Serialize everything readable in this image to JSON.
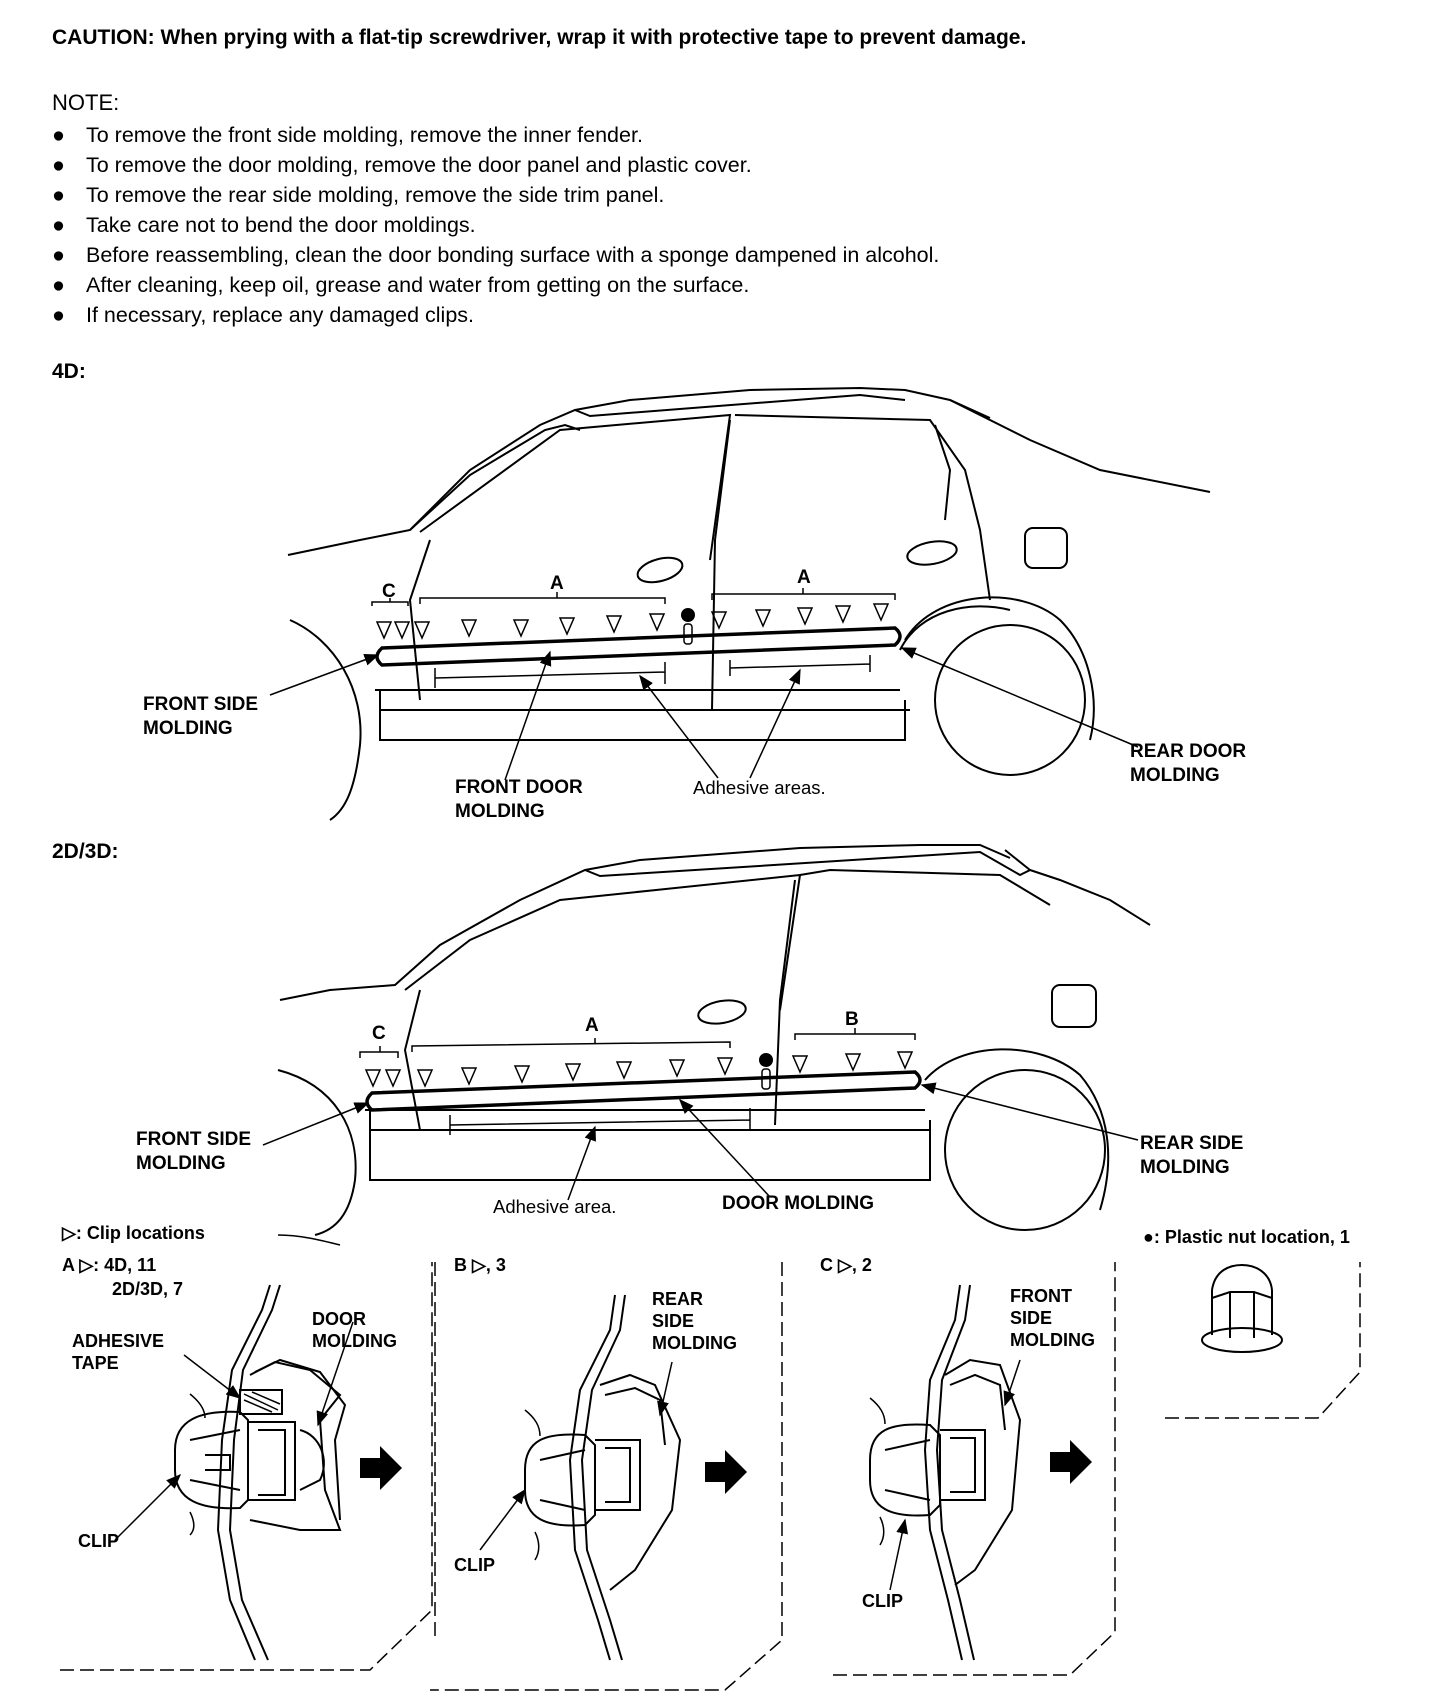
{
  "caution": "CAUTION:  When prying with a flat-tip screwdriver, wrap it with protective tape to prevent damage.",
  "note_title": "NOTE:",
  "notes": [
    "To remove the front side molding, remove the inner fender.",
    "To remove the door molding, remove the door panel and plastic cover.",
    "To remove the rear side molding, remove the side trim panel.",
    "Take care not to bend the door moldings.",
    "Before reassembling, clean the door bonding surface with a sponge dampened in alcohol.",
    "After cleaning, keep oil, grease and water from getting on the surface.",
    "If necessary, replace any damaged clips."
  ],
  "bullet": "●",
  "fig4d": {
    "heading": "4D:",
    "front_side_molding": [
      "FRONT SIDE",
      "MOLDING"
    ],
    "front_door_molding": [
      "FRONT DOOR",
      "MOLDING"
    ],
    "adhesive_areas": "Adhesive areas.",
    "rear_door_molding": [
      "REAR DOOR",
      "MOLDING"
    ],
    "letter_c": "C",
    "letter_a1": "A",
    "letter_a2": "A"
  },
  "fig2d": {
    "heading": "2D/3D:",
    "front_side_molding": [
      "FRONT SIDE",
      "MOLDING"
    ],
    "adhesive_area": "Adhesive area.",
    "door_molding": "DOOR MOLDING",
    "rear_side_molding": [
      "REAR SIDE",
      "MOLDING"
    ],
    "letter_c": "C",
    "letter_a": "A",
    "letter_b": "B"
  },
  "legend": {
    "clip_locations": "▷: Clip locations",
    "plastic_nut": "●: Plastic nut location, 1"
  },
  "detail_a": {
    "title_line1": "A ▷: 4D, 11",
    "title_line2": "2D/3D, 7",
    "adhesive_tape": [
      "ADHESIVE",
      "TAPE"
    ],
    "door_molding": [
      "DOOR",
      "MOLDING"
    ],
    "clip": "CLIP"
  },
  "detail_b": {
    "title": "B ▷, 3",
    "molding": [
      "REAR",
      "SIDE",
      "MOLDING"
    ],
    "clip": "CLIP"
  },
  "detail_c": {
    "title": "C ▷, 2",
    "molding": [
      "FRONT",
      "SIDE",
      "MOLDING"
    ],
    "clip": "CLIP"
  }
}
